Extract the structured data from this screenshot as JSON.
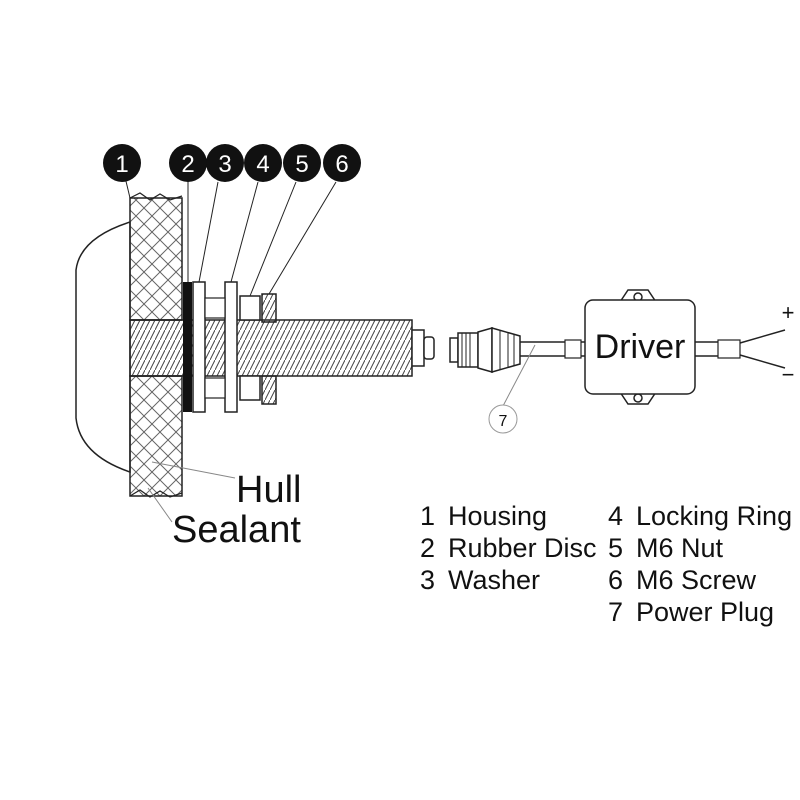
{
  "callouts": [
    {
      "num": "1"
    },
    {
      "num": "2"
    },
    {
      "num": "3"
    },
    {
      "num": "4"
    },
    {
      "num": "5"
    },
    {
      "num": "6"
    },
    {
      "num": "7"
    }
  ],
  "labels": {
    "hull": "Hull",
    "sealant": "Sealant",
    "driver": "Driver",
    "plus": "+",
    "minus": "−"
  },
  "legend": {
    "left": [
      {
        "num": "1",
        "text": "Housing"
      },
      {
        "num": "2",
        "text": "Rubber Disc"
      },
      {
        "num": "3",
        "text": "Washer"
      }
    ],
    "right": [
      {
        "num": "4",
        "text": "Locking Ring"
      },
      {
        "num": "5",
        "text": "M6 Nut"
      },
      {
        "num": "6",
        "text": "M6 Screw"
      },
      {
        "num": "7",
        "text": "Power Plug"
      }
    ]
  }
}
